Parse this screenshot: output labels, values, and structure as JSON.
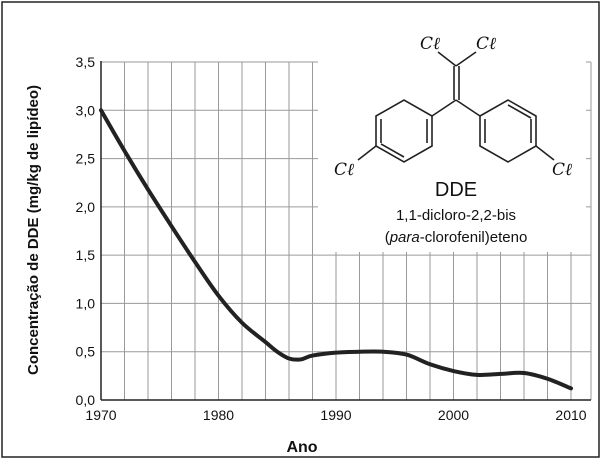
{
  "chart_data": {
    "type": "line",
    "title": "",
    "xlabel": "Ano",
    "ylabel": "Concentração de DDE (mg/kg de lipídeo)",
    "xlim": [
      1970,
      2010
    ],
    "ylim": [
      0,
      3.5
    ],
    "x_ticks": [
      1970,
      1980,
      1990,
      2000,
      2010
    ],
    "x_tick_labels": [
      "1970",
      "1980",
      "1990",
      "2000",
      "2010"
    ],
    "y_ticks": [
      0,
      0.5,
      1.0,
      1.5,
      2.0,
      2.5,
      3.0,
      3.5
    ],
    "y_tick_labels": [
      "0,0",
      "0,5",
      "1,0",
      "1,5",
      "2,0",
      "2,5",
      "3,0",
      "3,5"
    ],
    "grid": true,
    "series": [
      {
        "color": "#222222",
        "x": [
          1970,
          1972,
          1974,
          1976,
          1978,
          1980,
          1982,
          1984,
          1985,
          1986,
          1987,
          1988,
          1990,
          1992,
          1994,
          1996,
          1998,
          2000,
          2002,
          2004,
          2006,
          2008,
          2010
        ],
        "y": [
          3.0,
          2.58,
          2.18,
          1.8,
          1.43,
          1.08,
          0.8,
          0.6,
          0.5,
          0.43,
          0.42,
          0.46,
          0.49,
          0.5,
          0.5,
          0.47,
          0.37,
          0.3,
          0.26,
          0.27,
          0.28,
          0.22,
          0.12
        ]
      }
    ]
  },
  "inset": {
    "molecule_name": "DDE",
    "description_line1": "1,1-dicloro-2,2-bis",
    "description_line2_italic": "para",
    "description_line2_rest": "-clorofenil)eteno",
    "description_line2_open": "(",
    "chlorine_label": "Cℓ"
  }
}
